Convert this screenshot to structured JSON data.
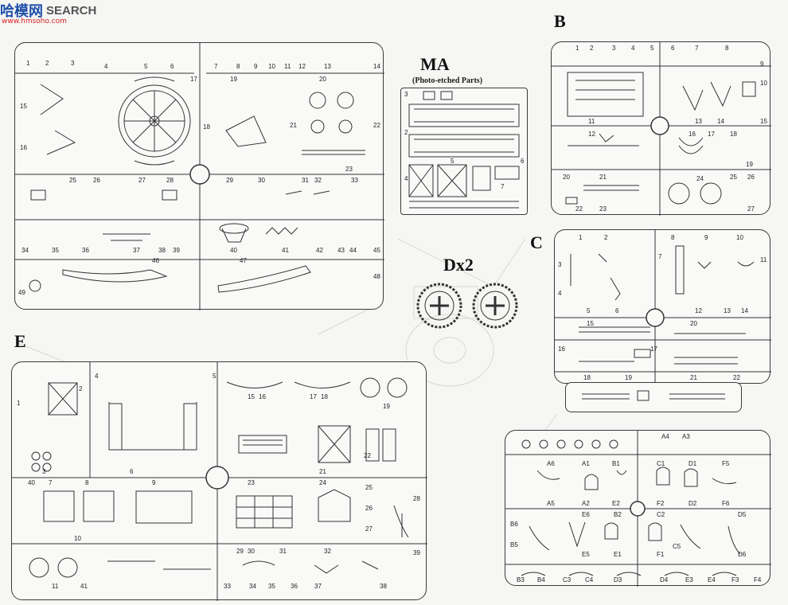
{
  "watermark": {
    "logo": "哈模网",
    "brand": "SEARCH",
    "url": "www.hmsoho.com"
  },
  "colors": {
    "line": "#3a3a3a",
    "paper": "#f6f6f4",
    "watermark_blue": "#1e50a8",
    "watermark_red": "#dd2222"
  },
  "sprues": {
    "A": {
      "numbers": [
        "1",
        "2",
        "3",
        "4",
        "5",
        "6",
        "7",
        "8",
        "9",
        "10",
        "11",
        "12",
        "13",
        "14",
        "15",
        "16",
        "17",
        "18",
        "19",
        "20",
        "21",
        "22",
        "23",
        "25",
        "26",
        "27",
        "28",
        "29",
        "30",
        "31",
        "32",
        "33",
        "34",
        "35",
        "36",
        "37",
        "38",
        "39",
        "40",
        "41",
        "42",
        "43",
        "44",
        "45",
        "46",
        "47",
        "48",
        "49"
      ]
    },
    "MA": {
      "letter": "MA",
      "subtitle": "(Photo-etched Parts)",
      "numbers": [
        "3",
        "2",
        "4",
        "5",
        "6",
        "7"
      ]
    },
    "D": {
      "letter": "Dx2"
    },
    "B": {
      "letter": "B",
      "numbers": [
        "1",
        "2",
        "3",
        "4",
        "5",
        "6",
        "7",
        "8",
        "9",
        "10",
        "11",
        "12",
        "13",
        "14",
        "15",
        "16",
        "17",
        "18",
        "19",
        "20",
        "21",
        "22",
        "23",
        "24",
        "25",
        "26",
        "27"
      ]
    },
    "C": {
      "letter": "C",
      "numbers": [
        "1",
        "2",
        "3",
        "4",
        "5",
        "6",
        "7",
        "8",
        "9",
        "10",
        "11",
        "12",
        "13",
        "14",
        "15",
        "16",
        "17",
        "18",
        "19",
        "20",
        "21",
        "22"
      ]
    },
    "E": {
      "letter": "E",
      "numbers": [
        "1",
        "2",
        "3",
        "4",
        "5",
        "6",
        "7",
        "8",
        "9",
        "10",
        "11",
        "15",
        "16",
        "17",
        "18",
        "19",
        "21",
        "22",
        "23",
        "24",
        "25",
        "26",
        "27",
        "28",
        "29",
        "30",
        "31",
        "32",
        "33",
        "34",
        "35",
        "36",
        "37",
        "38",
        "39",
        "40",
        "41"
      ]
    },
    "F": {
      "numbers": [
        "A4",
        "A3",
        "A6",
        "A1",
        "B1",
        "C1",
        "D1",
        "F5",
        "A5",
        "A2",
        "E2",
        "F2",
        "D2",
        "F6",
        "B6",
        "B5",
        "E6",
        "B2",
        "C2",
        "E5",
        "C5",
        "D6",
        "D5",
        "E1",
        "F1",
        "B3",
        "B4",
        "C3",
        "C4",
        "D3",
        "D4",
        "E3",
        "E4",
        "F3",
        "F4"
      ]
    }
  }
}
